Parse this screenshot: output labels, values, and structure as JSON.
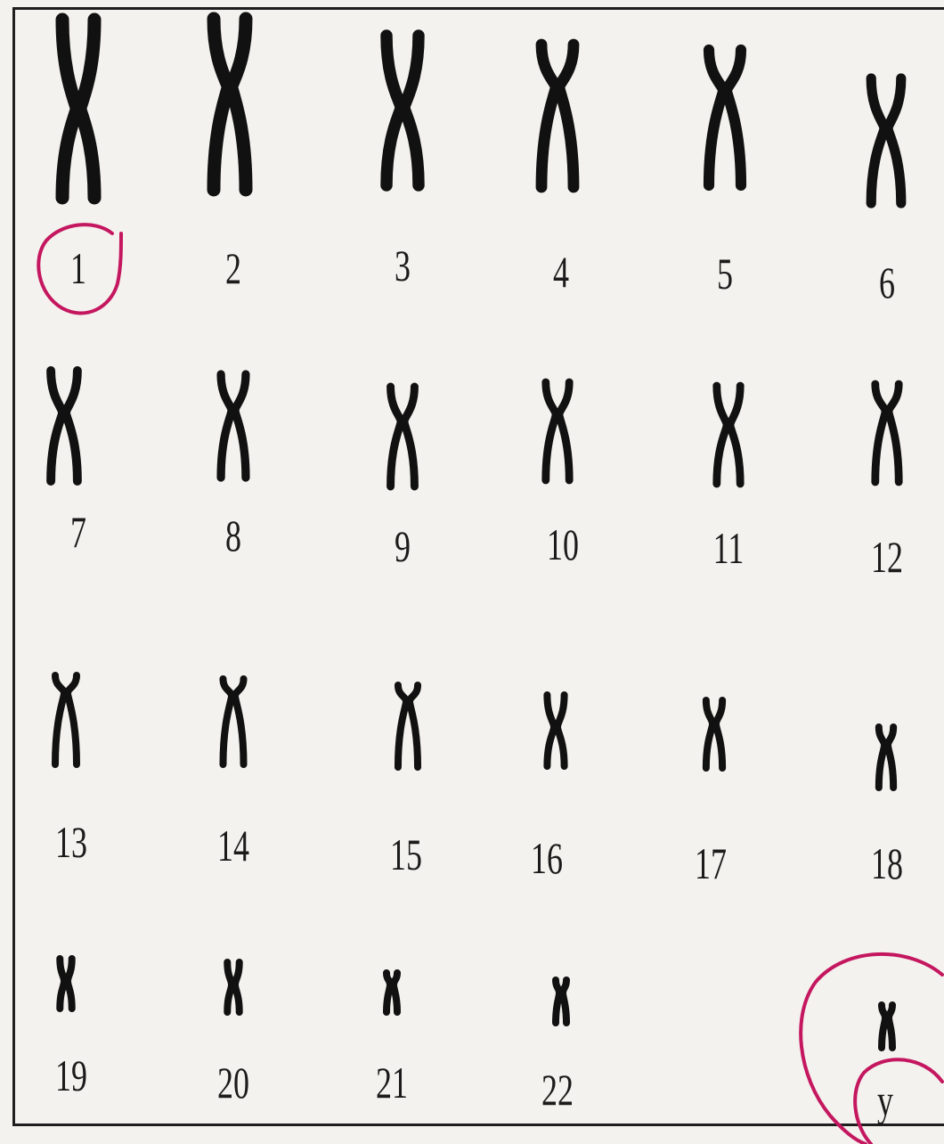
{
  "karyotype": {
    "chromosomes": [
      {
        "label": "1",
        "length": 1.0,
        "centromere": 0.5
      },
      {
        "label": "2",
        "length": 0.96,
        "centromere": 0.4
      },
      {
        "label": "3",
        "length": 0.84,
        "centromere": 0.48
      },
      {
        "label": "4",
        "length": 0.8,
        "centromere": 0.3
      },
      {
        "label": "5",
        "length": 0.76,
        "centromere": 0.3
      },
      {
        "label": "6",
        "length": 0.7,
        "centromere": 0.4
      },
      {
        "label": "7",
        "length": 0.62,
        "centromere": 0.38
      },
      {
        "label": "8",
        "length": 0.58,
        "centromere": 0.35
      },
      {
        "label": "9",
        "length": 0.56,
        "centromere": 0.35
      },
      {
        "label": "10",
        "length": 0.55,
        "centromere": 0.33
      },
      {
        "label": "11",
        "length": 0.55,
        "centromere": 0.4
      },
      {
        "label": "12",
        "length": 0.55,
        "centromere": 0.28
      },
      {
        "label": "13",
        "length": 0.5,
        "centromere": 0.2
      },
      {
        "label": "14",
        "length": 0.48,
        "centromere": 0.2
      },
      {
        "label": "15",
        "length": 0.46,
        "centromere": 0.2
      },
      {
        "label": "16",
        "length": 0.4,
        "centromere": 0.45
      },
      {
        "label": "17",
        "length": 0.38,
        "centromere": 0.35
      },
      {
        "label": "18",
        "length": 0.34,
        "centromere": 0.3
      },
      {
        "label": "19",
        "length": 0.28,
        "centromere": 0.45
      },
      {
        "label": "20",
        "length": 0.28,
        "centromere": 0.45
      },
      {
        "label": "21",
        "length": 0.22,
        "centromere": 0.3
      },
      {
        "label": "22",
        "length": 0.24,
        "centromere": 0.3
      },
      {
        "label": "y",
        "length": 0.24,
        "centromere": 0.3
      }
    ],
    "circled": [
      "1",
      "y"
    ]
  }
}
